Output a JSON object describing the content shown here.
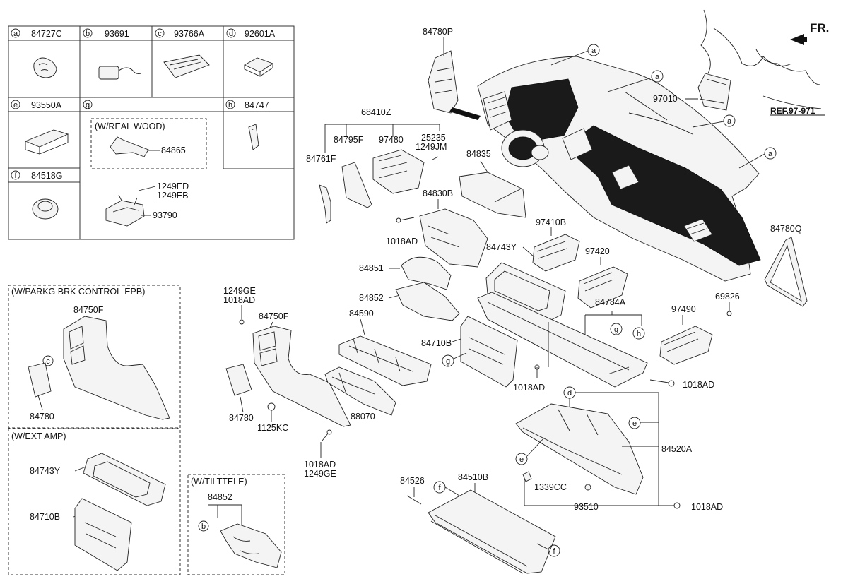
{
  "legend": {
    "cells": [
      {
        "letter": "a",
        "part": "84727C"
      },
      {
        "letter": "b",
        "part": "93691"
      },
      {
        "letter": "c",
        "part": "93766A"
      },
      {
        "letter": "d",
        "part": "92601A"
      },
      {
        "letter": "e",
        "part": "93550A"
      },
      {
        "letter": "g",
        "part": ""
      },
      {
        "letter": "h",
        "part": "84747"
      },
      {
        "letter": "f",
        "part": "84518G"
      }
    ],
    "real_wood_title": "(W/REAL WOOD)",
    "real_wood_part": "84865",
    "g_bolt_a": "1249ED",
    "g_bolt_b": "1249EB",
    "g_part": "93790"
  },
  "insets": {
    "epb_title": "(W/PARKG BRK CONTROL-EPB)",
    "epb_part_1": "84750F",
    "epb_part_2": "84780",
    "amp_title": "(W/EXT AMP)",
    "amp_part_1": "84743Y",
    "amp_part_2": "84710B",
    "tilt_title": "(W/TILTTELE)",
    "tilt_part": "84852"
  },
  "header": {
    "fr_label": "FR.",
    "ref_label": "REF.97-971"
  },
  "labels": {
    "p84780P": "84780P",
    "p97010": "97010",
    "p68410Z": "68410Z",
    "p84795F": "84795F",
    "p97480": "97480",
    "p25235": "25235",
    "p1249JM": "1249JM",
    "p84761F": "84761F",
    "p84835": "84835",
    "p84830B": "84830B",
    "p1018AD_a": "1018AD",
    "p97410B": "97410B",
    "p84743Y": "84743Y",
    "p97420": "97420",
    "p84851": "84851",
    "p84852": "84852",
    "p84780Q": "84780Q",
    "p1249GE_a": "1249GE",
    "p1018AD_b": "1018AD",
    "p84750F": "84750F",
    "p84590": "84590",
    "p84784A": "84784A",
    "p69826": "69826",
    "p97490": "97490",
    "p84710B": "84710B",
    "p1018AD_c": "1018AD",
    "p1018AD_d": "1018AD",
    "p84780": "84780",
    "p1125KC": "1125KC",
    "p88070": "88070",
    "p84520A": "84520A",
    "p1018AD_e": "1018AD",
    "p1249GE_b": "1249GE",
    "p84526": "84526",
    "p84510B": "84510B",
    "p1339CC": "1339CC",
    "p93510": "93510",
    "p1018AD_f": "1018AD"
  }
}
